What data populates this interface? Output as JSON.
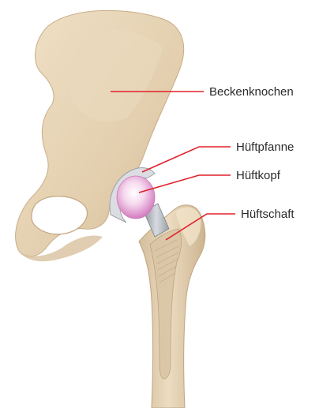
{
  "labels": {
    "pelvis": "Beckenknochen",
    "acetabular_cup": "Hüftpfanne",
    "femoral_head": "Hüftkopf",
    "femoral_stem": "Hüftschaft"
  },
  "colors": {
    "bone": "#e6d3b5",
    "bone_shadow": "#c9b08c",
    "leader_line": "#e0202a",
    "head": "#f2c9e6",
    "cup": "#d9d9de",
    "metal": "#a9aeb5"
  }
}
